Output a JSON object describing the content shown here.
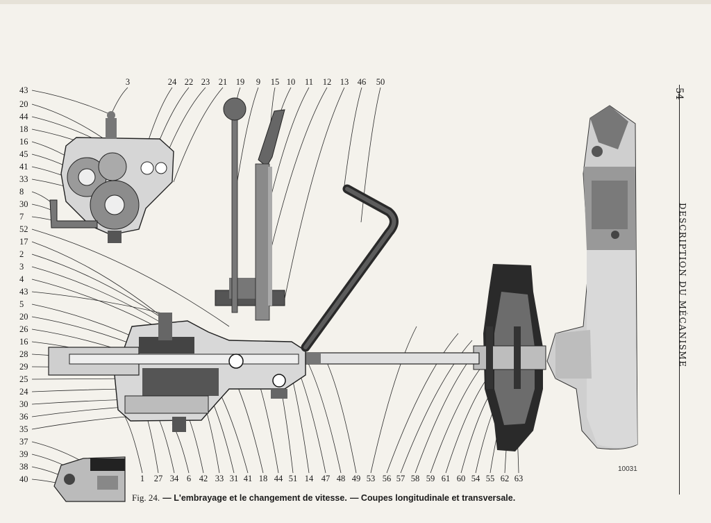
{
  "page_number": "54",
  "running_head": "DESCRIPTION DU MÉCANISME",
  "figure": {
    "number": "Fig. 24.",
    "title": "— L'embrayage et le changement de vitesse.",
    "subtitle": "— Coupes longitudinale et transversale.",
    "reference_code": "10031"
  },
  "top_labels": [
    "3",
    "24",
    "22",
    "23",
    "21",
    "19",
    "9",
    "15",
    "10",
    "11",
    "12",
    "13",
    "46",
    "50"
  ],
  "left_labels": [
    "43",
    "20",
    "44",
    "18",
    "16",
    "45",
    "41",
    "33",
    "8",
    "30",
    "7",
    "52",
    "17",
    "2",
    "3",
    "4",
    "43",
    "5",
    "20",
    "26",
    "16",
    "28",
    "29",
    "25",
    "24",
    "30",
    "36",
    "35",
    "37",
    "39",
    "38",
    "40"
  ],
  "bottom_labels": [
    "1",
    "27",
    "34",
    "6",
    "42",
    "33",
    "31",
    "41",
    "18",
    "44",
    "51",
    "14",
    "47",
    "48",
    "49",
    "53",
    "56",
    "57",
    "58",
    "59",
    "61",
    "60",
    "54",
    "55",
    "62",
    "63"
  ]
}
